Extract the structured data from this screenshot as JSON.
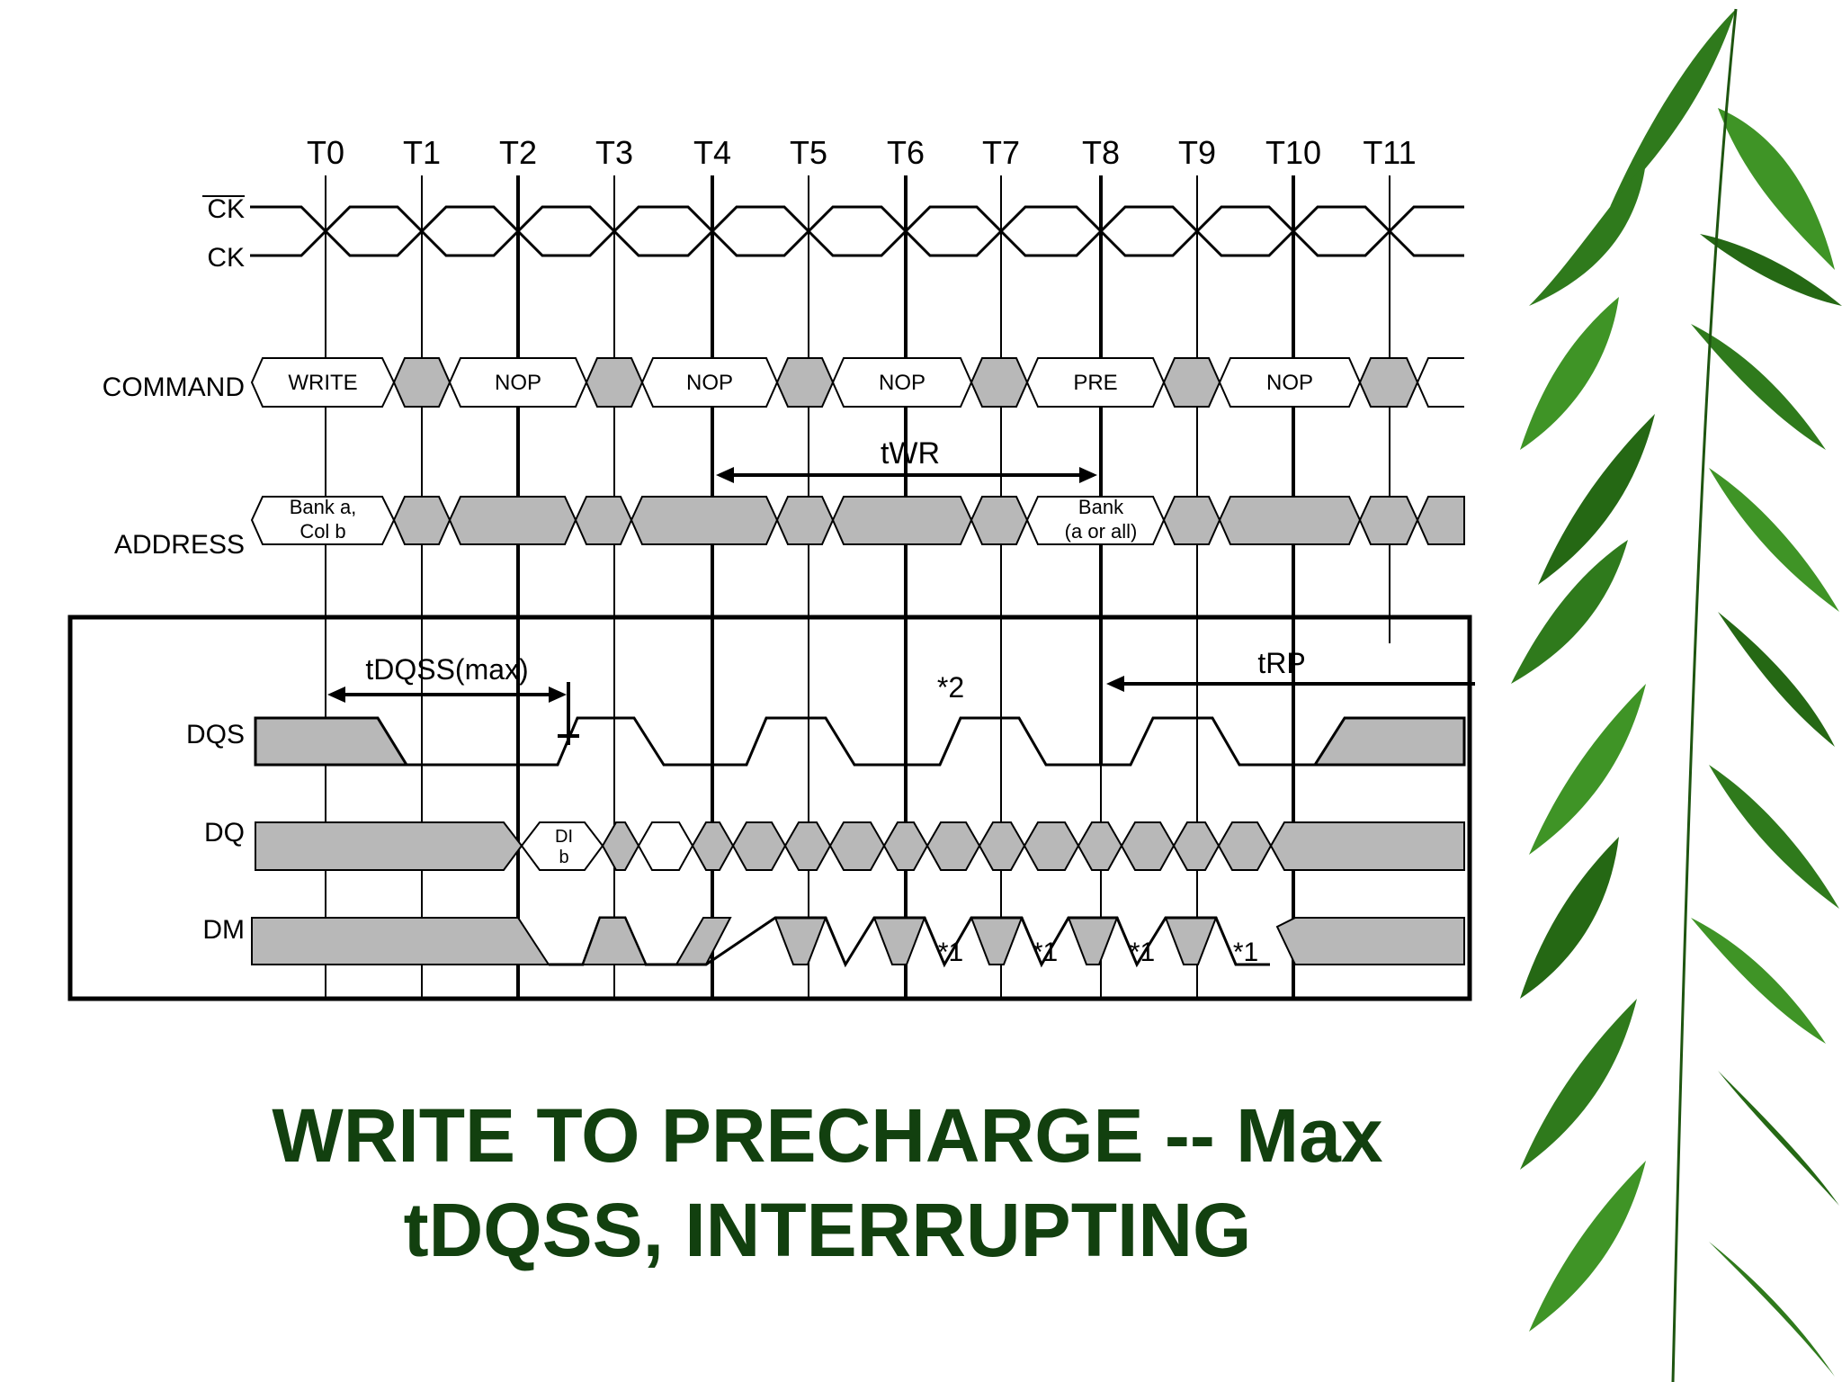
{
  "slide": {
    "title_line1": "WRITE TO PRECHARGE -- Max",
    "title_line2": "tDQSS, INTERRUPTING",
    "title_color": "#12400f",
    "decoration": "bamboo-leaves-graphic"
  },
  "diagram": {
    "clock_ticks": [
      "T0",
      "T1",
      "T2",
      "T3",
      "T4",
      "T5",
      "T6",
      "T7",
      "T8",
      "T9",
      "T10",
      "T11"
    ],
    "signals": {
      "ck_bar": "CK",
      "ck": "CK",
      "command": "COMMAND",
      "address": "ADDRESS",
      "dqs": "DQS",
      "dq": "DQ",
      "dm": "DM"
    },
    "command_labels": [
      "WRITE",
      "NOP",
      "NOP",
      "NOP",
      "PRE",
      "NOP"
    ],
    "address_labels": {
      "bank_col_line1": "Bank a,",
      "bank_col_line2": "Col b",
      "bank_pre_line1": "Bank",
      "bank_pre_line2": "(a or all)"
    },
    "dq_data_line1": "DI",
    "dq_data_line2": "b",
    "timing_labels": {
      "twr": "tWR",
      "tdqss": "tDQSS(max)",
      "trp": "tRP",
      "note2": "*2",
      "note1": "*1"
    },
    "colors": {
      "fill": "#b8b8b8",
      "line": "#000000"
    }
  }
}
